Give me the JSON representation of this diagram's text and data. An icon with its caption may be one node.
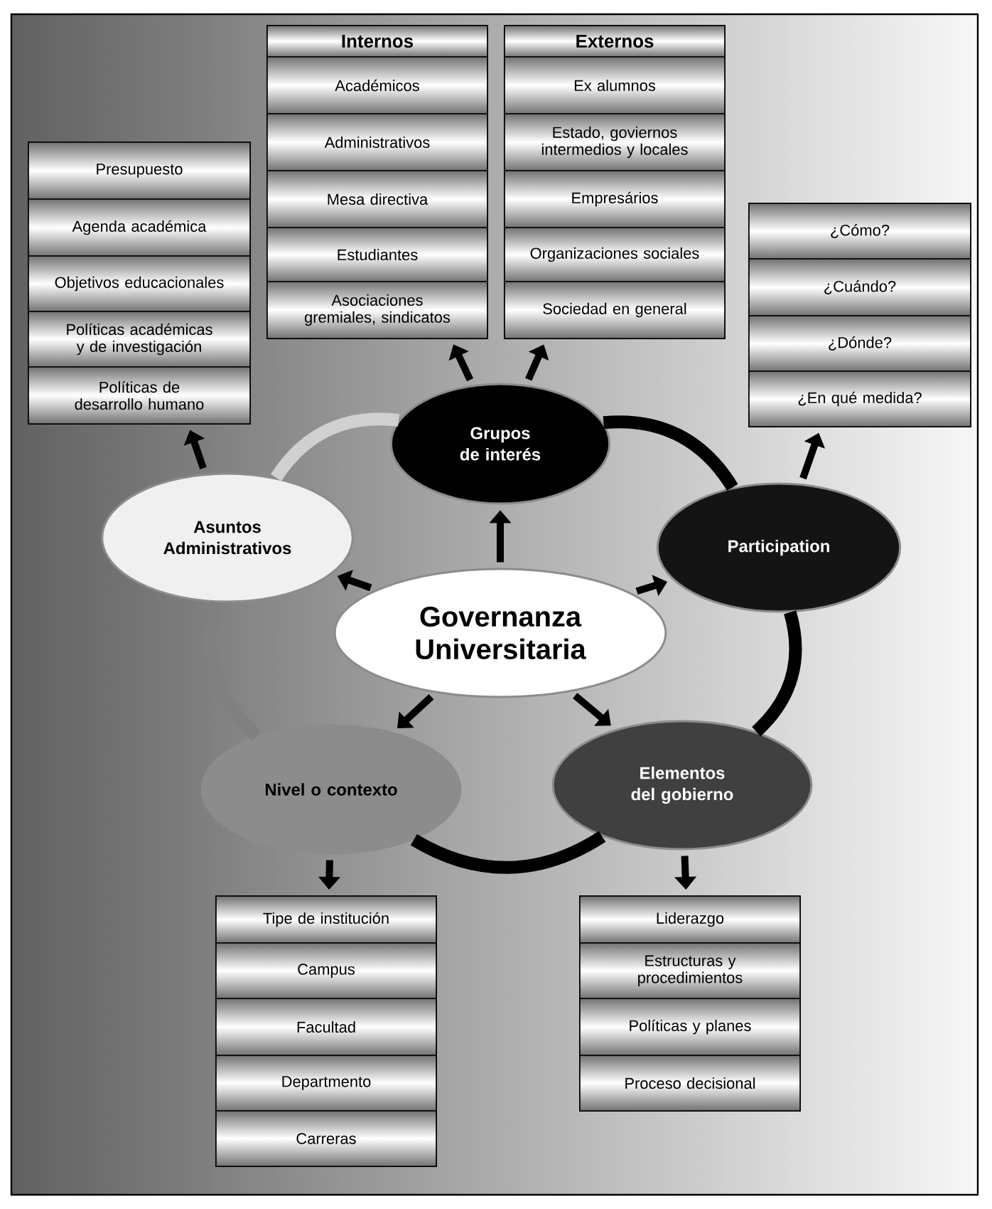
{
  "diagram": {
    "nodes": [
      {
        "text": [
          "Governanza Universitaria"
        ]
      },
      {
        "text": [
          "Grupos de interés"
        ]
      },
      {
        "text": [
          "Participation"
        ]
      },
      {
        "text": [
          "Elementos del gobierno"
        ]
      },
      {
        "text": [
          "Nivel o contexto"
        ]
      },
      {
        "text": [
          "Asuntos Administrativos"
        ]
      },
      {
        "text": [
          "Internos"
        ]
      },
      {
        "text": [
          "Académicos"
        ],
        "in": 6
      },
      {
        "text": [
          "Administrativos"
        ],
        "in": 6
      },
      {
        "text": [
          "Mesa directiva"
        ],
        "in": 6
      },
      {
        "text": [
          "Estudiantes"
        ],
        "in": 6
      },
      {
        "text": [
          "Asociaciones gremiales, sindicatos"
        ],
        "in": 6
      },
      {
        "text": [
          "Externos"
        ]
      },
      {
        "text": [
          "Ex alumnos"
        ],
        "in": 12
      },
      {
        "text": [
          "Estado, goviernos intermedios y locales"
        ],
        "in": 12
      },
      {
        "text": [
          "Empresários"
        ],
        "in": 12
      },
      {
        "text": [
          "Organizaciones sociales"
        ],
        "in": 12
      },
      {
        "text": [
          "Sociedad en general"
        ],
        "in": 12
      },
      {
        "text": [],
        "shape": "box"
      },
      {
        "text": [
          "Presupuesto"
        ],
        "in": 18
      },
      {
        "text": [
          "Agenda académica"
        ],
        "in": 18
      },
      {
        "text": [
          "Objetivos educacionales"
        ],
        "in": 18
      },
      {
        "text": [
          "Políticas académicas y de investigación"
        ],
        "in": 18
      },
      {
        "text": [
          "Políticas de desarrollo humano"
        ],
        "in": 18
      },
      {
        "text": [],
        "shape": "box"
      },
      {
        "text": [
          "¿Cómo?"
        ],
        "in": 24
      },
      {
        "text": [
          "¿Cuándo?"
        ],
        "in": 24
      },
      {
        "text": [
          "¿Dónde?"
        ],
        "in": 24
      },
      {
        "text": [
          "¿En qué medida?"
        ],
        "in": 24
      },
      {
        "text": [],
        "shape": "box"
      },
      {
        "text": [
          "Tipe de institución"
        ],
        "in": 29
      },
      {
        "text": [
          "Campus"
        ],
        "in": 29
      },
      {
        "text": [
          "Facultad"
        ],
        "in": 29
      },
      {
        "text": [
          "Departmento"
        ],
        "in": 29
      },
      {
        "text": [
          "Carreras"
        ],
        "in": 29
      },
      {
        "text": [],
        "shape": "box"
      },
      {
        "text": [
          "Liderazgo"
        ],
        "in": 35
      },
      {
        "text": [
          "Estructuras y procedimientos"
        ],
        "in": 35
      },
      {
        "text": [
          "Políticas y planes"
        ],
        "in": 35
      },
      {
        "text": [
          "Proceso decisional"
        ],
        "in": 35
      }
    ],
    "edges": [
      {
        "from": 0,
        "to": 1,
        "arrow": "to"
      },
      {
        "from": 0,
        "to": 2,
        "arrow": "to"
      },
      {
        "from": 0,
        "to": 3,
        "arrow": "to"
      },
      {
        "from": 0,
        "to": 4,
        "arrow": "to"
      },
      {
        "from": 0,
        "to": 5,
        "arrow": "to"
      },
      {
        "from": 1,
        "to": 6,
        "arrow": "to"
      },
      {
        "from": 1,
        "to": 12,
        "arrow": "to"
      },
      {
        "from": 2,
        "to": 24,
        "arrow": "to"
      },
      {
        "from": 3,
        "to": 35,
        "arrow": "to"
      },
      {
        "from": 4,
        "to": 29,
        "arrow": "to"
      },
      {
        "from": 5,
        "to": 18,
        "arrow": "to"
      },
      {
        "from": 1,
        "to": 2,
        "arrow": "none",
        "style": "thick"
      },
      {
        "from": 2,
        "to": 3,
        "arrow": "none",
        "style": "thick"
      },
      {
        "from": 3,
        "to": 4,
        "arrow": "none",
        "style": "thick"
      },
      {
        "from": 4,
        "to": 5,
        "arrow": "none",
        "style": "thick",
        "color": "#808080"
      },
      {
        "from": 5,
        "to": 1,
        "arrow": "none",
        "style": "thick",
        "color": "#d0d0d0"
      }
    ]
  }
}
